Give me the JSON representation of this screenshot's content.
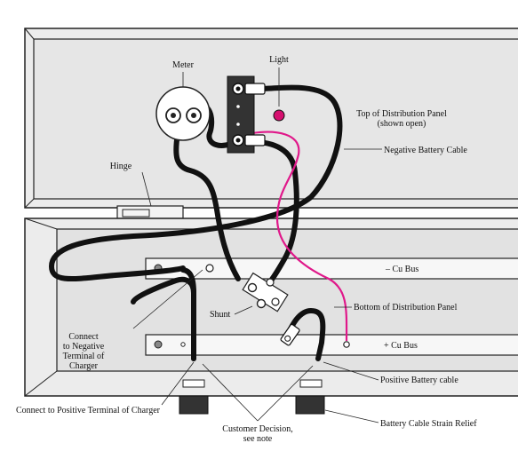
{
  "labels": {
    "meter": "Meter",
    "light": "Light",
    "top_panel_line1": "Top of Distribution Panel",
    "top_panel_line2": "(shown open)",
    "negative_battery_cable": "Negative Battery Cable",
    "hinge": "Hinge",
    "neg_bus": "–  Cu Bus",
    "pos_bus": "+  Cu Bus",
    "connect_neg_line1": "Connect",
    "connect_neg_line2": "to Negative",
    "connect_neg_line3": "Terminal of",
    "connect_neg_line4": "Charger",
    "shunt": "Shunt",
    "bottom_panel": "Bottom of Distribution Panel",
    "positive_battery_cable": "Positive Battery cable",
    "connect_pos_charger": "Connect to Positive Terminal of Charger",
    "customer_decision_line1": "Customer Decision,",
    "customer_decision_line2": "see note",
    "strain_relief": "Battery Cable Strain Relief"
  },
  "colors": {
    "panel_fill": "#ececec",
    "panel_inner": "#e2e2e2",
    "outline": "#222222",
    "cable": "#111111",
    "pink_wire": "#e0188a",
    "light_dot": "#d6106f",
    "bus_fill": "#f7f7f7",
    "block": "#333333"
  }
}
